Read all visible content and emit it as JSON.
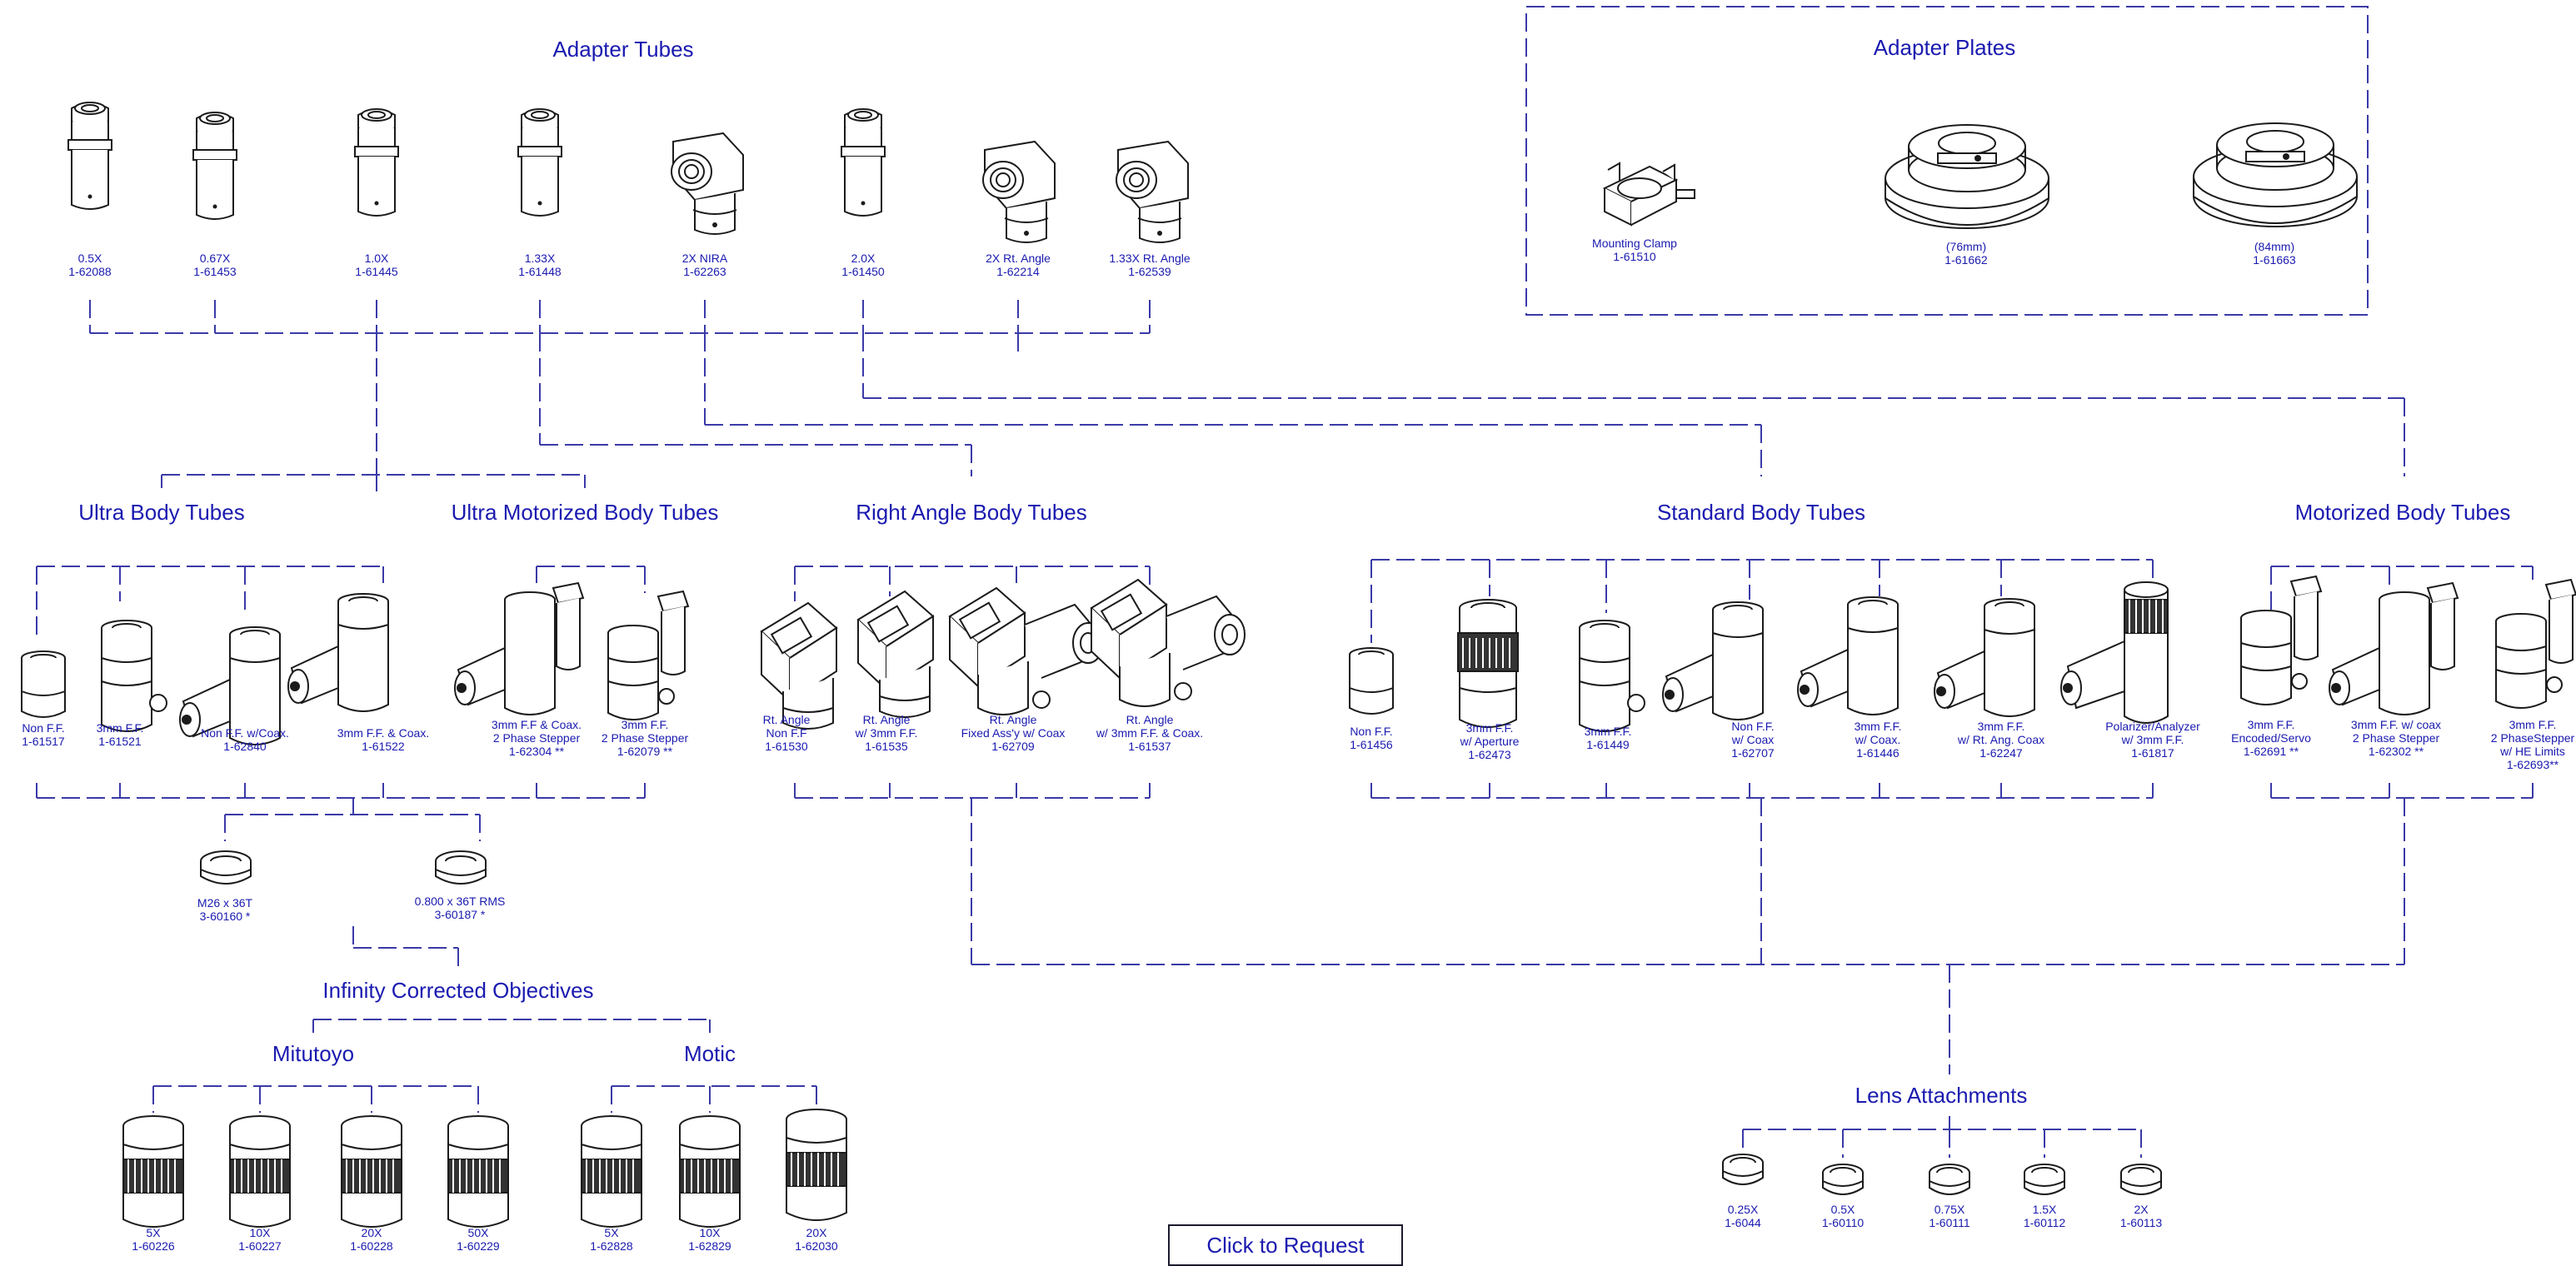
{
  "colors": {
    "line": "#3a3aa8",
    "text": "#1a1ab0",
    "ink": "#1b1b1b"
  },
  "sections": {
    "adapter_tubes": "Adapter Tubes",
    "adapter_plates": "Adapter Plates",
    "ultra_body": "Ultra Body Tubes",
    "ultra_motorized": "Ultra Motorized Body Tubes",
    "right_angle": "Right Angle Body Tubes",
    "standard_body": "Standard Body Tubes",
    "motorized_body": "Motorized Body Tubes",
    "infinity_objectives": "Infinity Corrected Objectives",
    "mitutoyo": "Mitutoyo",
    "motic": "Motic",
    "lens_attachments": "Lens Attachments"
  },
  "adapter_tubes": [
    {
      "name": "0.5X",
      "part": "1-62088",
      "icon": "adapter-tube"
    },
    {
      "name": "0.67X",
      "part": "1-61453",
      "icon": "adapter-tube"
    },
    {
      "name": "1.0X",
      "part": "1-61445",
      "icon": "adapter-tube"
    },
    {
      "name": "1.33X",
      "part": "1-61448",
      "icon": "adapter-tube"
    },
    {
      "name": "2X NIRA",
      "part": "1-62263",
      "icon": "right-angle-adapter"
    },
    {
      "name": "2.0X",
      "part": "1-61450",
      "icon": "adapter-tube"
    },
    {
      "name": "2X Rt. Angle",
      "part": "1-62214",
      "icon": "right-angle-adapter"
    },
    {
      "name": "1.33X Rt. Angle",
      "part": "1-62539",
      "icon": "right-angle-adapter"
    }
  ],
  "adapter_plates": [
    {
      "name": "Mounting Clamp",
      "part": "1-61510",
      "icon": "mounting-clamp"
    },
    {
      "name": "(76mm)",
      "part": "1-61662",
      "icon": "adapter-plate"
    },
    {
      "name": "(84mm)",
      "part": "1-61663",
      "icon": "adapter-plate"
    }
  ],
  "ultra_body": [
    {
      "lines": [
        "Non F.F.",
        "1-61517"
      ],
      "icon": "short-tube"
    },
    {
      "lines": [
        "3mm F.F.",
        "1-61521"
      ],
      "icon": "focus-tube"
    },
    {
      "lines": [
        "Non F.F. w/Coax.",
        "1-62840"
      ],
      "icon": "coax-tube"
    },
    {
      "lines": [
        "3mm F.F. & Coax.",
        "1-61522"
      ],
      "icon": "coax-tube"
    }
  ],
  "ultra_motorized": [
    {
      "lines": [
        "3mm F.F & Coax.",
        "2 Phase Stepper",
        "1-62304 **"
      ],
      "icon": "motor-coax-tube"
    },
    {
      "lines": [
        "3mm F.F.",
        "2 Phase Stepper",
        "1-62079 **"
      ],
      "icon": "motor-tube"
    }
  ],
  "ultra_adapters": [
    {
      "lines": [
        "M26 x 36T",
        "3-60160 *"
      ],
      "icon": "thread-ring"
    },
    {
      "lines": [
        "0.800 x 36T RMS",
        "3-60187 *"
      ],
      "icon": "thread-ring"
    }
  ],
  "right_angle": [
    {
      "lines": [
        "Rt. Angle",
        "Non F.F",
        "1-61530"
      ],
      "icon": "prism-head"
    },
    {
      "lines": [
        "Rt. Angle",
        "w/ 3mm F.F.",
        "1-61535"
      ],
      "icon": "prism-head"
    },
    {
      "lines": [
        "Rt. Angle",
        "Fixed Ass'y w/ Coax",
        "1-62709"
      ],
      "icon": "prism-coax"
    },
    {
      "lines": [
        "Rt. Angle",
        "w/ 3mm F.F. & Coax.",
        "1-61537"
      ],
      "icon": "prism-coax"
    }
  ],
  "standard_body": [
    {
      "lines": [
        "Non F.F.",
        "1-61456"
      ],
      "icon": "short-tube"
    },
    {
      "lines": [
        "3mm F.F.",
        "w/ Aperture",
        "1-62473"
      ],
      "icon": "aperture-tube"
    },
    {
      "lines": [
        "3mm  F.F.",
        "1-61449"
      ],
      "icon": "focus-tube"
    },
    {
      "lines": [
        "Non F.F.",
        "w/ Coax",
        "1-62707"
      ],
      "icon": "coax-tube"
    },
    {
      "lines": [
        "3mm F.F.",
        "w/  Coax.",
        "1-61446"
      ],
      "icon": "coax-tube"
    },
    {
      "lines": [
        "3mm F.F.",
        "w/ Rt. Ang. Coax",
        "1-62247"
      ],
      "icon": "coax-tube"
    },
    {
      "lines": [
        "Polarizer/Analyzer",
        "w/ 3mm F.F.",
        "1-61817"
      ],
      "icon": "polarizer-tube"
    }
  ],
  "motorized_body": [
    {
      "lines": [
        "3mm F.F.",
        "Encoded/Servo",
        "1-62691 **"
      ],
      "icon": "motor-tube"
    },
    {
      "lines": [
        "3mm F.F. w/ coax",
        "2 Phase Stepper",
        "1-62302 **"
      ],
      "icon": "motor-coax-tube"
    },
    {
      "lines": [
        "3mm F.F.",
        "2 PhaseStepper",
        "w/ HE Limits",
        "1-62693**"
      ],
      "icon": "motor-tube"
    }
  ],
  "mitutoyo": [
    {
      "name": "5X",
      "part": "1-60226",
      "icon": "objective"
    },
    {
      "name": "10X",
      "part": "1-60227",
      "icon": "objective"
    },
    {
      "name": "20X",
      "part": "1-60228",
      "icon": "objective"
    },
    {
      "name": "50X",
      "part": "1-60229",
      "icon": "objective"
    }
  ],
  "motic": [
    {
      "name": "5X",
      "part": "1-62828",
      "icon": "objective"
    },
    {
      "name": "10X",
      "part": "1-62829",
      "icon": "objective"
    },
    {
      "name": "20X",
      "part": "1-62030",
      "icon": "objective"
    }
  ],
  "lens_attachments": [
    {
      "name": "0.25X",
      "part": "1-6044",
      "icon": "lens-ring"
    },
    {
      "name": "0.5X",
      "part": "1-60110",
      "icon": "lens-ring"
    },
    {
      "name": "0.75X",
      "part": "1-60111",
      "icon": "lens-ring"
    },
    {
      "name": "1.5X",
      "part": "1-60112",
      "icon": "lens-ring"
    },
    {
      "name": "2X",
      "part": "1-60113",
      "icon": "lens-ring"
    }
  ],
  "request_button": "Click to Request"
}
